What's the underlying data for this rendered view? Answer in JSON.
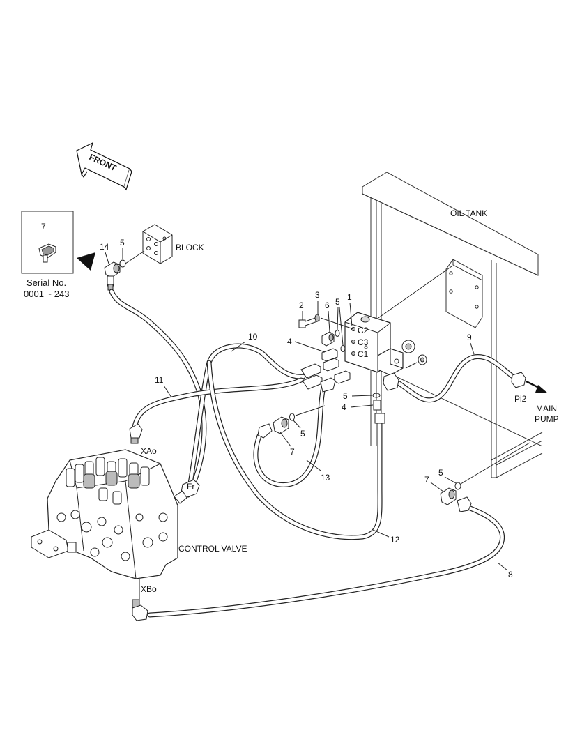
{
  "labels": {
    "front_arrow": "FRONT",
    "oil_tank": "OIL TANK",
    "block": "BLOCK",
    "control_valve": "CONTROL VALVE",
    "main_pump_line1": "MAIN",
    "main_pump_line2": "PUMP",
    "serial_line1": "Serial No.",
    "serial_line2": "0001 ~ 243",
    "port_xao": "XAo",
    "port_xbo": "XBo",
    "port_fr": "Fr",
    "port_pi2": "Pi2",
    "port_c1": "C1",
    "port_c2": "C2",
    "port_c3": "C3"
  },
  "part_numbers": {
    "inset_fitting": "7",
    "block_elbow": "14",
    "block_oring": "5",
    "valve_block": "1",
    "bolt": "2",
    "washer": "3",
    "elbow_small": "6",
    "oring_top": "5",
    "connector_left": "4",
    "hose_10": "10",
    "hose_11": "11",
    "hose_9": "9",
    "hose_12": "12",
    "hose_13": "13",
    "hose_8": "8",
    "oring_mid": "5",
    "connector_mid": "4",
    "oring_swivel": "5",
    "swivel_mid": "7",
    "swivel_right": "7",
    "oring_right": "5"
  }
}
